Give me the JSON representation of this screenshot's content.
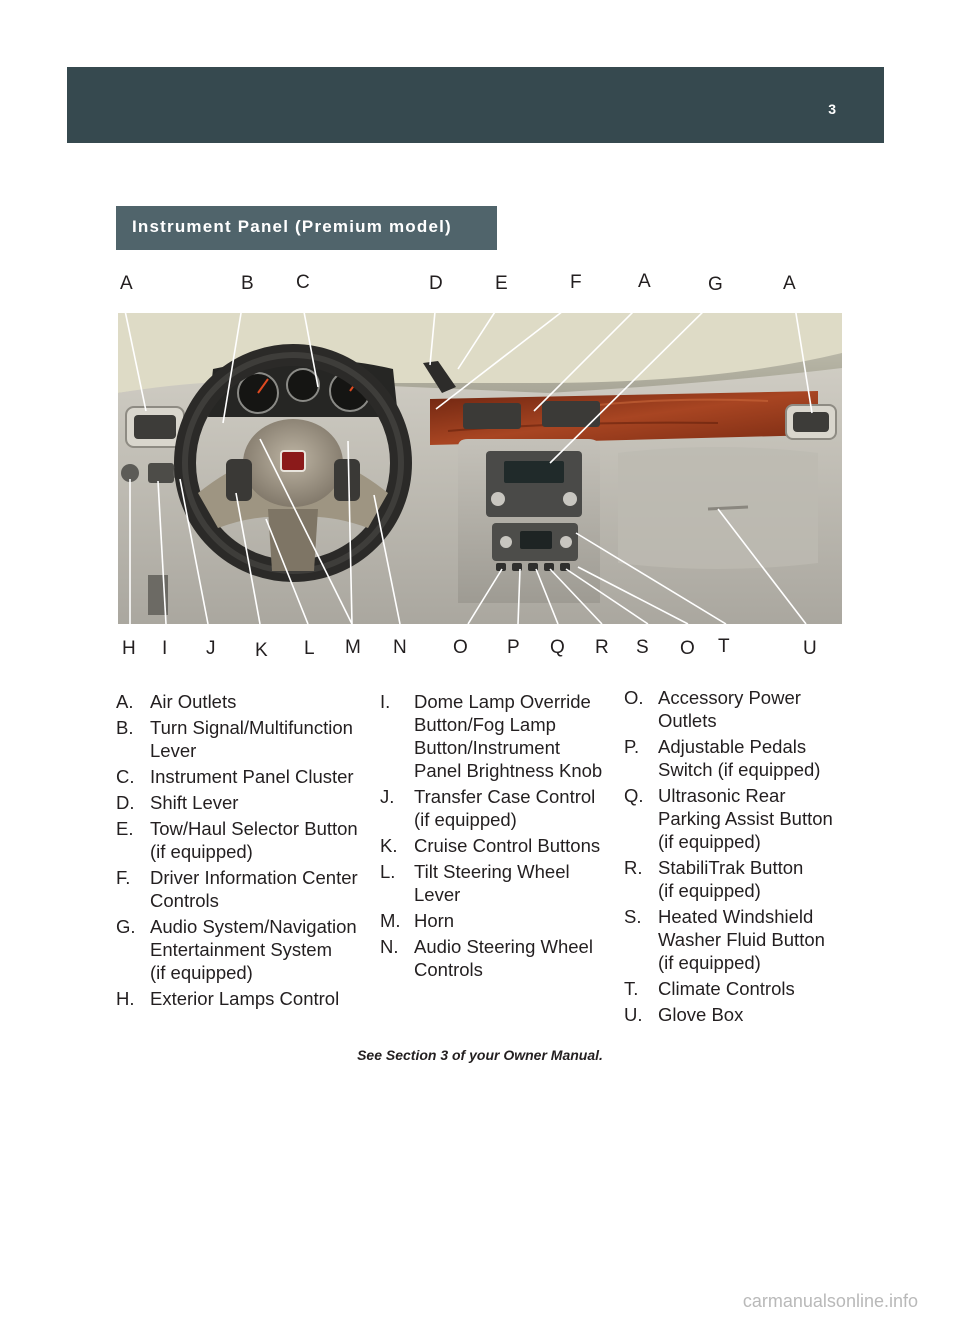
{
  "header": {
    "page_number": "3"
  },
  "section": {
    "title": "Instrument Panel (Premium model)"
  },
  "callouts": {
    "top": [
      "A",
      "B",
      "C",
      "D",
      "E",
      "F",
      "A",
      "G",
      "A"
    ],
    "bottom": [
      "H",
      "I",
      "J",
      "K",
      "L",
      "M",
      "N",
      "O",
      "P",
      "Q",
      "R",
      "S",
      "O",
      "T",
      "U"
    ]
  },
  "legend": {
    "col1": [
      {
        "key": "A.",
        "text": "Air Outlets"
      },
      {
        "key": "B.",
        "text": "Turn Signal/Multifunction\nLever"
      },
      {
        "key": "C.",
        "text": "Instrument Panel Cluster"
      },
      {
        "key": "D.",
        "text": "Shift Lever"
      },
      {
        "key": "E.",
        "text": "Tow/Haul Selector Button\n(if equipped)"
      },
      {
        "key": "F.",
        "text": "Driver Information Center\nControls"
      },
      {
        "key": "G.",
        "text": "Audio System/Navigation\nEntertainment System\n(if equipped)"
      },
      {
        "key": "H.",
        "text": "Exterior Lamps Control"
      }
    ],
    "col2": [
      {
        "key": "I.",
        "text": "Dome Lamp Override\nButton/Fog Lamp\nButton/Instrument\nPanel Brightness Knob"
      },
      {
        "key": "J.",
        "text": "Transfer Case Control\n(if equipped)"
      },
      {
        "key": "K.",
        "text": "Cruise Control Buttons"
      },
      {
        "key": "L.",
        "text": "Tilt Steering Wheel\nLever"
      },
      {
        "key": "M.",
        "text": "Horn"
      },
      {
        "key": "N.",
        "text": "Audio Steering Wheel\nControls"
      }
    ],
    "col3": [
      {
        "key": "O.",
        "text": "Accessory Power\nOutlets"
      },
      {
        "key": "P.",
        "text": "Adjustable Pedals\nSwitch (if equipped)"
      },
      {
        "key": "Q.",
        "text": "Ultrasonic Rear\nParking Assist Button\n(if equipped)"
      },
      {
        "key": "R.",
        "text": "StabiliTrak Button\n(if equipped)"
      },
      {
        "key": "S.",
        "text": "Heated Windshield\nWasher Fluid Button\n(if equipped)"
      },
      {
        "key": "T.",
        "text": "Climate Controls"
      },
      {
        "key": "U.",
        "text": "Glove Box"
      }
    ]
  },
  "footnote": "See Section 3 of your Owner Manual.",
  "watermark": "carmanualsonline.info",
  "colors": {
    "header_bar": "#36494f",
    "section_tab": "#50646b",
    "wood_trim": "#8a3418",
    "dash": "#b9b6ad"
  }
}
